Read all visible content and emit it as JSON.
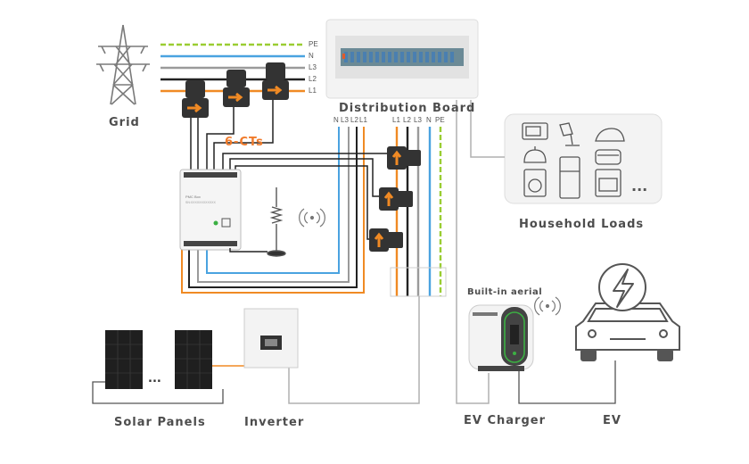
{
  "labels": {
    "grid": "Grid",
    "distribution_board": "Distribution Board",
    "household_loads": "Household Loads",
    "ct_label": "6-CTs",
    "solar_panels": "Solar Panels",
    "inverter": "Inverter",
    "ev_charger": "EV Charger",
    "ev": "EV",
    "built_in_aerial": "Built-in aerial",
    "ellipsis": "..."
  },
  "wires": {
    "grid": [
      "PE",
      "N",
      "L3",
      "L2",
      "L1"
    ],
    "db_left": [
      "N",
      "L3",
      "L2",
      "L1"
    ],
    "db_right": [
      "L1",
      "L2",
      "L3",
      "N",
      "PE"
    ]
  },
  "meter": {
    "line1": "PMC Box",
    "line2": "SN:XXXXXXXXXXXX"
  },
  "colors": {
    "L1": "#f08a24",
    "L2": "#222222",
    "L3": "#9a9a9a",
    "N": "#4aa3e0",
    "PE": "#9acd32",
    "accent_orange": "#f08a24",
    "ct_label_color": "#f07a2a",
    "charger_green": "#3cb043",
    "line_gray": "#b0b0b0"
  },
  "icons": [
    "pylon-icon",
    "antenna-icon",
    "wifi-signal-icon",
    "lightning-icon",
    "microwave-icon",
    "lamp-icon",
    "iron-icon",
    "kettle-icon",
    "rice-cooker-icon",
    "washing-machine-icon",
    "refrigerator-icon",
    "oven-icon"
  ]
}
